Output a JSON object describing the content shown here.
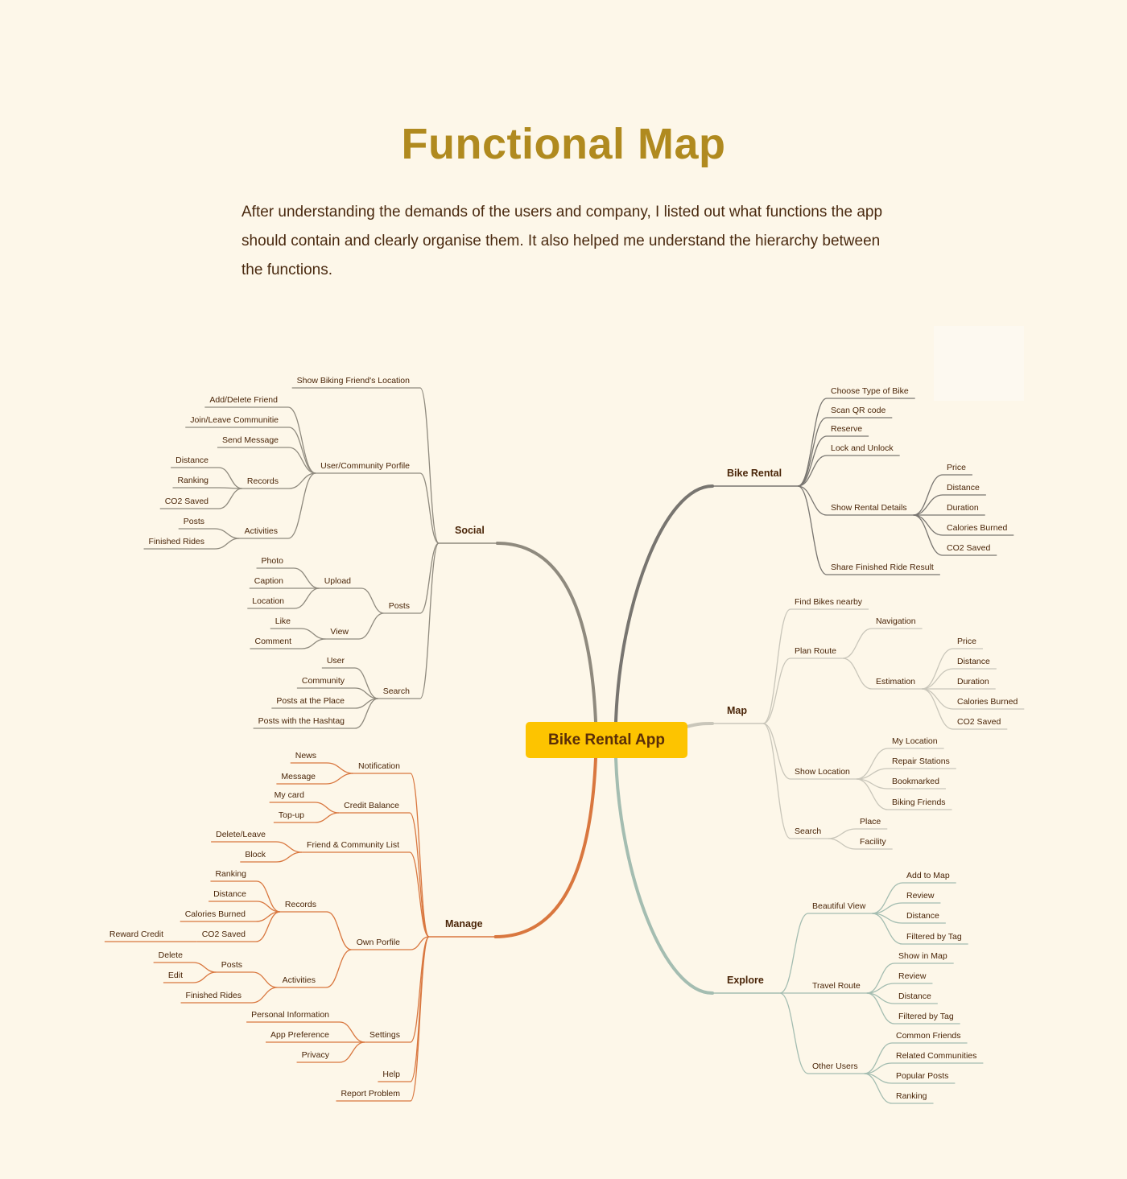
{
  "title": "Functional Map",
  "intro": "After understanding the demands of the users and company, I listed out what functions the app should contain and clearly organise them. It also helped me understand the hierarchy between the functions.",
  "colors": {
    "text": "#4a2508",
    "title": "#b08a1f",
    "center_bg": "#fdc400"
  },
  "mindmap": {
    "root": "Bike Rental App",
    "branches": [
      {
        "label": "Social",
        "color": "#8f8a7e",
        "side": "left",
        "children": [
          {
            "label": "Show Biking Friend's Location"
          },
          {
            "label": "User/Community Porfile",
            "children": [
              {
                "label": "Add/Delete Friend"
              },
              {
                "label": "Join/Leave Communitie"
              },
              {
                "label": "Send Message"
              },
              {
                "label": "Records",
                "children": [
                  {
                    "label": "Distance"
                  },
                  {
                    "label": "Ranking"
                  },
                  {
                    "label": "CO2 Saved"
                  }
                ]
              },
              {
                "label": "Activities",
                "children": [
                  {
                    "label": "Posts"
                  },
                  {
                    "label": "Finished Rides"
                  }
                ]
              }
            ]
          },
          {
            "label": "Posts",
            "children": [
              {
                "label": "Upload",
                "children": [
                  {
                    "label": "Photo"
                  },
                  {
                    "label": "Caption"
                  },
                  {
                    "label": "Location"
                  }
                ]
              },
              {
                "label": "View",
                "children": [
                  {
                    "label": "Like"
                  },
                  {
                    "label": "Comment"
                  }
                ]
              }
            ]
          },
          {
            "label": "Search",
            "children": [
              {
                "label": "User"
              },
              {
                "label": "Community"
              },
              {
                "label": "Posts at the Place"
              },
              {
                "label": "Posts with the Hashtag"
              }
            ]
          }
        ]
      },
      {
        "label": "Manage",
        "color": "#d9773f",
        "side": "left",
        "children": [
          {
            "label": "Notification",
            "children": [
              {
                "label": "News"
              },
              {
                "label": "Message"
              }
            ]
          },
          {
            "label": "Credit Balance",
            "children": [
              {
                "label": "My card"
              },
              {
                "label": "Top-up"
              }
            ]
          },
          {
            "label": "Friend & Community List",
            "children": [
              {
                "label": "Delete/Leave"
              },
              {
                "label": "Block"
              }
            ]
          },
          {
            "label": "Own Porfile",
            "children": [
              {
                "label": "Records",
                "children": [
                  {
                    "label": "Ranking"
                  },
                  {
                    "label": "Distance"
                  },
                  {
                    "label": "Calories Burned"
                  },
                  {
                    "label": "CO2 Saved",
                    "children": [
                      {
                        "label": "Reward Credit"
                      }
                    ]
                  }
                ]
              },
              {
                "label": "Activities",
                "children": [
                  {
                    "label": "Posts",
                    "children": [
                      {
                        "label": "Delete"
                      },
                      {
                        "label": "Edit"
                      }
                    ]
                  },
                  {
                    "label": "Finished Rides"
                  }
                ]
              }
            ]
          },
          {
            "label": "Settings",
            "children": [
              {
                "label": "Personal Information"
              },
              {
                "label": "App Preference"
              },
              {
                "label": "Privacy"
              }
            ]
          },
          {
            "label": "Help"
          },
          {
            "label": "Report Problem"
          }
        ]
      },
      {
        "label": "Bike Rental",
        "color": "#787570",
        "side": "right",
        "children": [
          {
            "label": "Choose Type of Bike"
          },
          {
            "label": "Scan QR code"
          },
          {
            "label": "Reserve"
          },
          {
            "label": "Lock and Unlock"
          },
          {
            "label": "Show Rental Details",
            "children": [
              {
                "label": "Price"
              },
              {
                "label": "Distance"
              },
              {
                "label": "Duration"
              },
              {
                "label": "Calories Burned"
              },
              {
                "label": "CO2 Saved"
              }
            ]
          },
          {
            "label": "Share Finished Ride Result"
          }
        ]
      },
      {
        "label": "Map",
        "color": "#c9c6ba",
        "side": "right",
        "children": [
          {
            "label": "Find Bikes nearby"
          },
          {
            "label": "Plan Route",
            "children": [
              {
                "label": "Navigation"
              },
              {
                "label": "Estimation",
                "children": [
                  {
                    "label": "Price"
                  },
                  {
                    "label": "Distance"
                  },
                  {
                    "label": "Duration"
                  },
                  {
                    "label": "Calories Burned"
                  },
                  {
                    "label": "CO2 Saved"
                  }
                ]
              }
            ]
          },
          {
            "label": "Show Location",
            "children": [
              {
                "label": "My Location"
              },
              {
                "label": "Repair Stations"
              },
              {
                "label": "Bookmarked"
              },
              {
                "label": "Biking Friends"
              }
            ]
          },
          {
            "label": "Search",
            "children": [
              {
                "label": "Place"
              },
              {
                "label": "Facility"
              }
            ]
          }
        ]
      },
      {
        "label": "Explore",
        "color": "#a4bdb1",
        "side": "right",
        "children": [
          {
            "label": "Beautiful View",
            "children": [
              {
                "label": "Add to Map"
              },
              {
                "label": "Review"
              },
              {
                "label": "Distance"
              },
              {
                "label": "Filtered by Tag"
              }
            ]
          },
          {
            "label": "Travel Route",
            "children": [
              {
                "label": "Show in Map"
              },
              {
                "label": "Review"
              },
              {
                "label": "Distance"
              },
              {
                "label": "Filtered by Tag"
              }
            ]
          },
          {
            "label": "Other Users",
            "children": [
              {
                "label": "Common Friends"
              },
              {
                "label": "Related Communities"
              },
              {
                "label": "Popular Posts"
              },
              {
                "label": "Ranking"
              }
            ]
          }
        ]
      }
    ]
  }
}
